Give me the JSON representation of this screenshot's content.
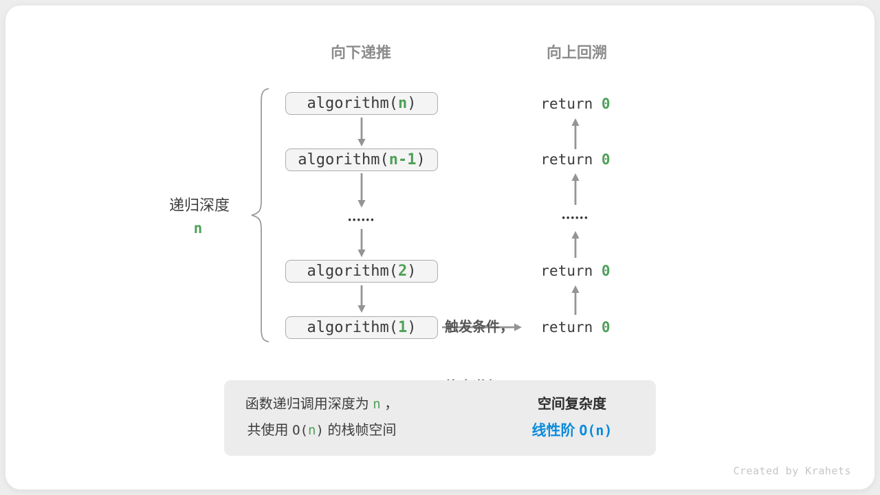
{
  "headers": {
    "downward": "向下递推",
    "upward": "向上回溯"
  },
  "depth_label": {
    "text": "递归深度",
    "value": "n"
  },
  "stack": {
    "boxes": [
      {
        "fn": "algorithm(",
        "arg": "n",
        "close": ")"
      },
      {
        "fn": "algorithm(",
        "arg": "n-1",
        "close": ")"
      },
      {
        "fn": "algorithm(",
        "arg": "2",
        "close": ")"
      },
      {
        "fn": "algorithm(",
        "arg": "1",
        "close": ")"
      }
    ],
    "ellipsis": "••••••"
  },
  "returns": {
    "items": [
      {
        "kw": "return ",
        "value": "0"
      },
      {
        "kw": "return ",
        "value": "0"
      },
      {
        "kw": "return ",
        "value": "0"
      },
      {
        "kw": "return ",
        "value": "0"
      }
    ],
    "ellipsis": "••••••"
  },
  "trigger": {
    "line1": "触发条件，",
    "line2": "终止递归"
  },
  "summary": {
    "cause": {
      "t1": "函数递归调用深度为 ",
      "n1": "n",
      "t2": " ，",
      "t3": "共使用 ",
      "o_open": "O(",
      "n2": "n",
      "o_close": ")",
      "t4": " 的栈帧空间"
    },
    "result": {
      "title": "空间复杂度",
      "label": "线性阶 ",
      "o_open": "O(",
      "n": "n",
      "o_close": ")"
    }
  },
  "credit": "Created by Krahets",
  "colors": {
    "green": "#4fa058",
    "blue": "#0a8cdc",
    "arrow_gray": "#949494",
    "box_border": "#acacac",
    "box_fill": "#f4f4f4",
    "panel_fill": "#ececec",
    "header_gray": "#8c8c8c"
  }
}
